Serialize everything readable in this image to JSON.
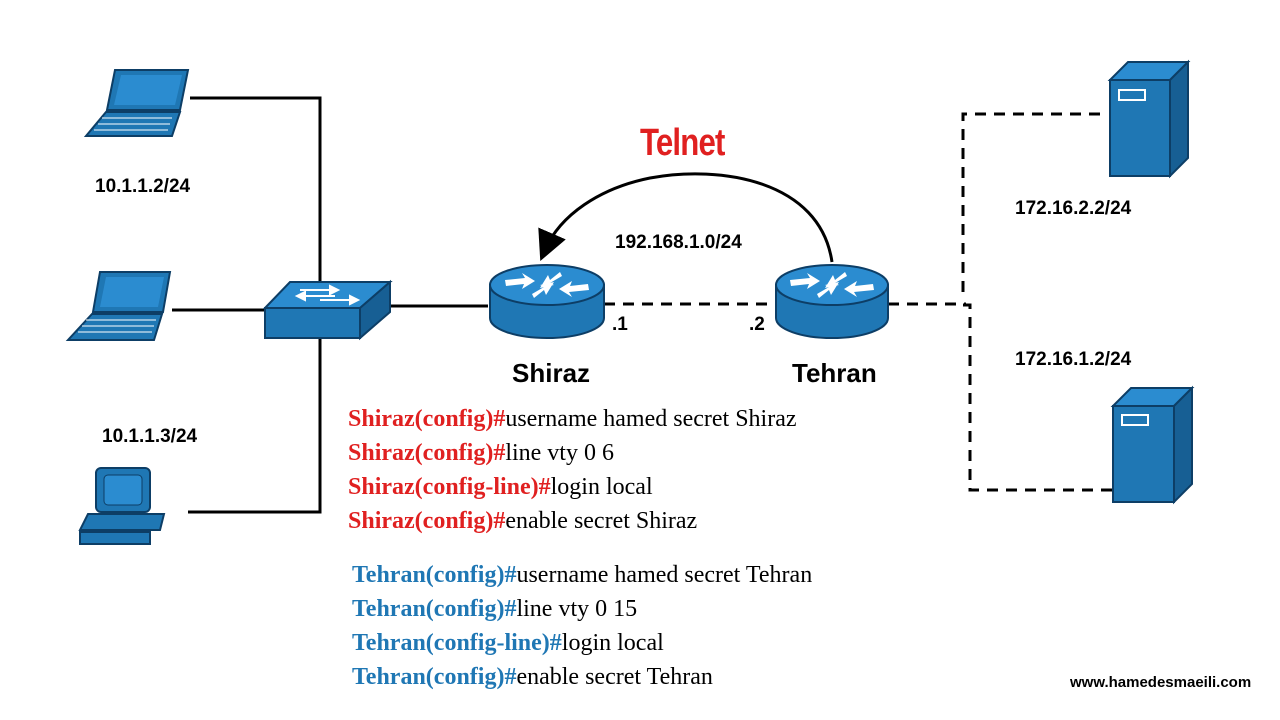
{
  "telnet_label": "Telnet",
  "network_label": "192.168.1.0/24",
  "routers": {
    "shiraz": {
      "name": "Shiraz",
      "interface": ".1"
    },
    "tehran": {
      "name": "Tehran",
      "interface": ".2"
    }
  },
  "hosts": {
    "pc1": "10.1.1.2/24",
    "pc3": "10.1.1.3/24",
    "server1": "172.16.2.2/24",
    "server2": "172.16.1.2/24"
  },
  "commands": {
    "shiraz": [
      {
        "prompt": "Shiraz(config)#",
        "text": "username hamed secret Shiraz"
      },
      {
        "prompt": "Shiraz(config)#",
        "text": "line vty 0 6"
      },
      {
        "prompt": "Shiraz(config-line)#",
        "text": "login local"
      },
      {
        "prompt": "Shiraz(config)#",
        "text": "enable secret Shiraz"
      }
    ],
    "tehran": [
      {
        "prompt": "Tehran(config)#",
        "text": "username hamed secret Tehran"
      },
      {
        "prompt": "Tehran(config)#",
        "text": "line vty 0 15"
      },
      {
        "prompt": "Tehran(config-line)#",
        "text": "login local"
      },
      {
        "prompt": "Tehran(config)#",
        "text": "enable secret Tehran"
      }
    ]
  },
  "website": "www.hamedesmaeili.com",
  "colors": {
    "device_blue": "#1f77b4",
    "shiraz_prompt": "#e02020",
    "tehran_prompt": "#1f77b4",
    "telnet": "#e02020"
  }
}
